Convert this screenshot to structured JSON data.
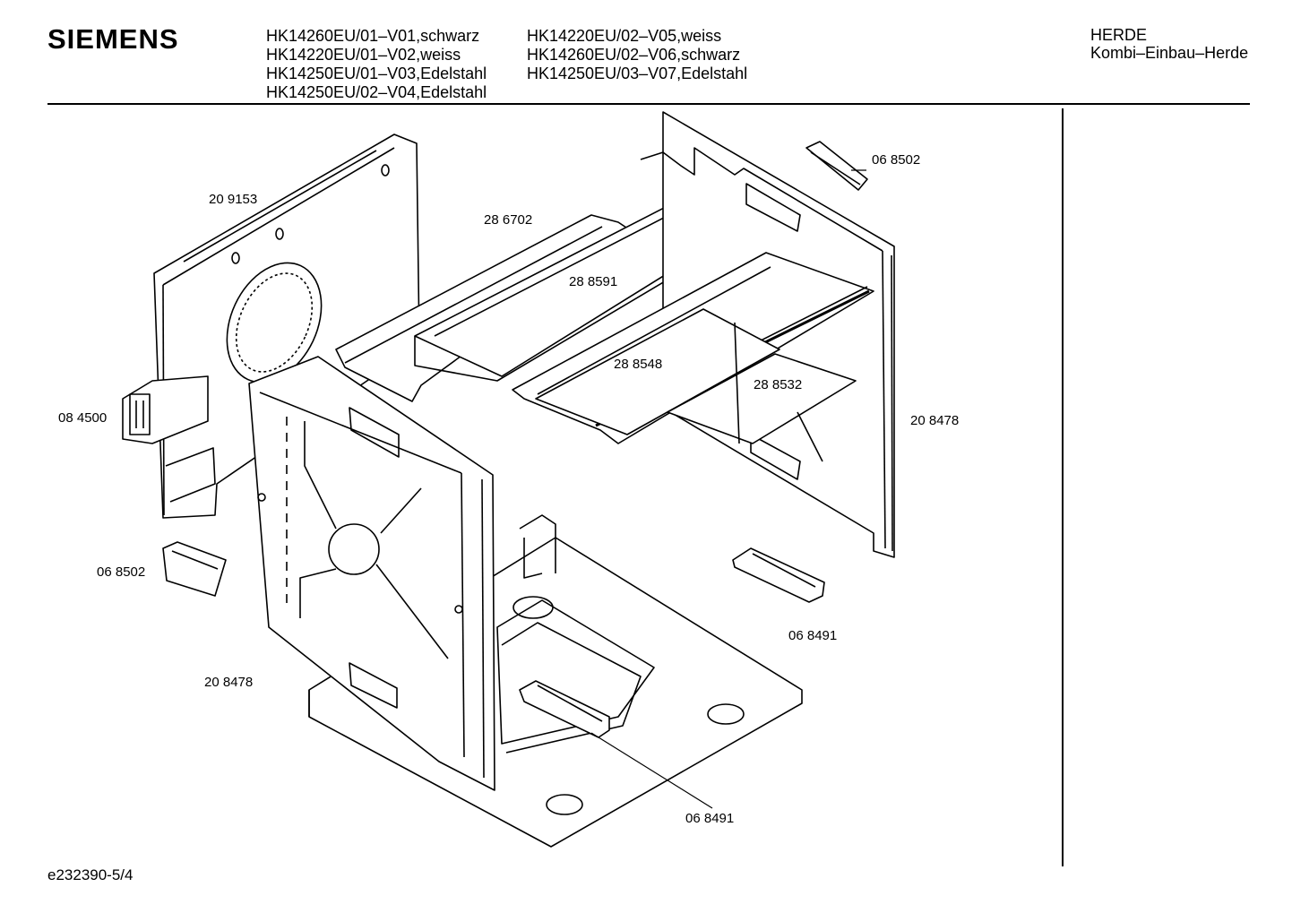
{
  "header": {
    "brand": "SIEMENS",
    "models_col1": [
      "HK14260EU/01–V01,schwarz",
      "HK14220EU/01–V02,weiss",
      "HK14250EU/01–V03,Edelstahl",
      "HK14250EU/02–V04,Edelstahl"
    ],
    "models_col2": [
      "HK14220EU/02–V05,weiss",
      "HK14260EU/02–V06,schwarz",
      "HK14250EU/03–V07,Edelstahl"
    ],
    "category": "HERDE",
    "subcategory": "Kombi–Einbau–Herde"
  },
  "parts": {
    "back_wall": "20 9153",
    "top_cover": "28 6702",
    "top_plate": "28 8591",
    "rail_shelf": "28 8548",
    "rack_shelf": "28 8532",
    "handle_top": "06 8502",
    "handle_left": "06 8502",
    "connector": "08 4500",
    "side_wall_right": "20 8478",
    "side_wall_left": "20 8478",
    "clip_right": "06 8491",
    "clip_bottom": "06 8491"
  },
  "footer": {
    "drawing_id": "e232390-5/4"
  }
}
